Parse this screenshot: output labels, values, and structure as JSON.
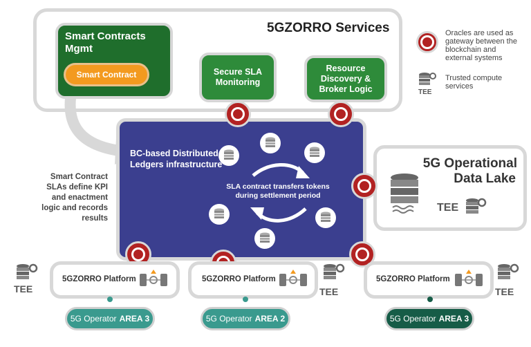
{
  "services": {
    "title": "5GZORRO Services",
    "smart_contracts_mgmt": "Smart Contracts Mgmt",
    "smart_contract": "Smart Contract",
    "secure_sla": "Secure SLA Monitoring",
    "resource_discovery": "Resource Discovery & Broker Logic"
  },
  "legend": {
    "oracles": "Oracles are used as gateway between the blockchain and external systems",
    "tee_label": "TEE",
    "trusted_compute": "Trusted compute services"
  },
  "ledger": {
    "title": "BC-based Distributed Ledgers infrastructure",
    "sla_transfer": "SLA contract transfers tokens during settlement period"
  },
  "side_note": "Smart Contract SLAs define KPI and enactment logic and records results",
  "data_lake": {
    "title_line1": "5G Operational",
    "title_line2": "Data Lake",
    "tee": "TEE"
  },
  "platforms": [
    {
      "label": "5GZORRO Platform",
      "tee": "TEE",
      "operator": "5G Operator",
      "area": "AREA 3",
      "color": "#3a9a8e"
    },
    {
      "label": "5GZORRO Platform",
      "tee": "TEE",
      "operator": "5G Operator",
      "area": "AREA 2",
      "color": "#3a9a8e"
    },
    {
      "label": "5GZORRO Platform",
      "tee": "TEE",
      "operator": "5G Operator",
      "area": "AREA 3",
      "color": "#165c47"
    }
  ],
  "colors": {
    "ledger_bg": "#3b3f8f",
    "green": "#2e8b3a",
    "dark_green": "#1f6e2c",
    "orange": "#f39a1f",
    "oracle_red": "#b22222"
  }
}
